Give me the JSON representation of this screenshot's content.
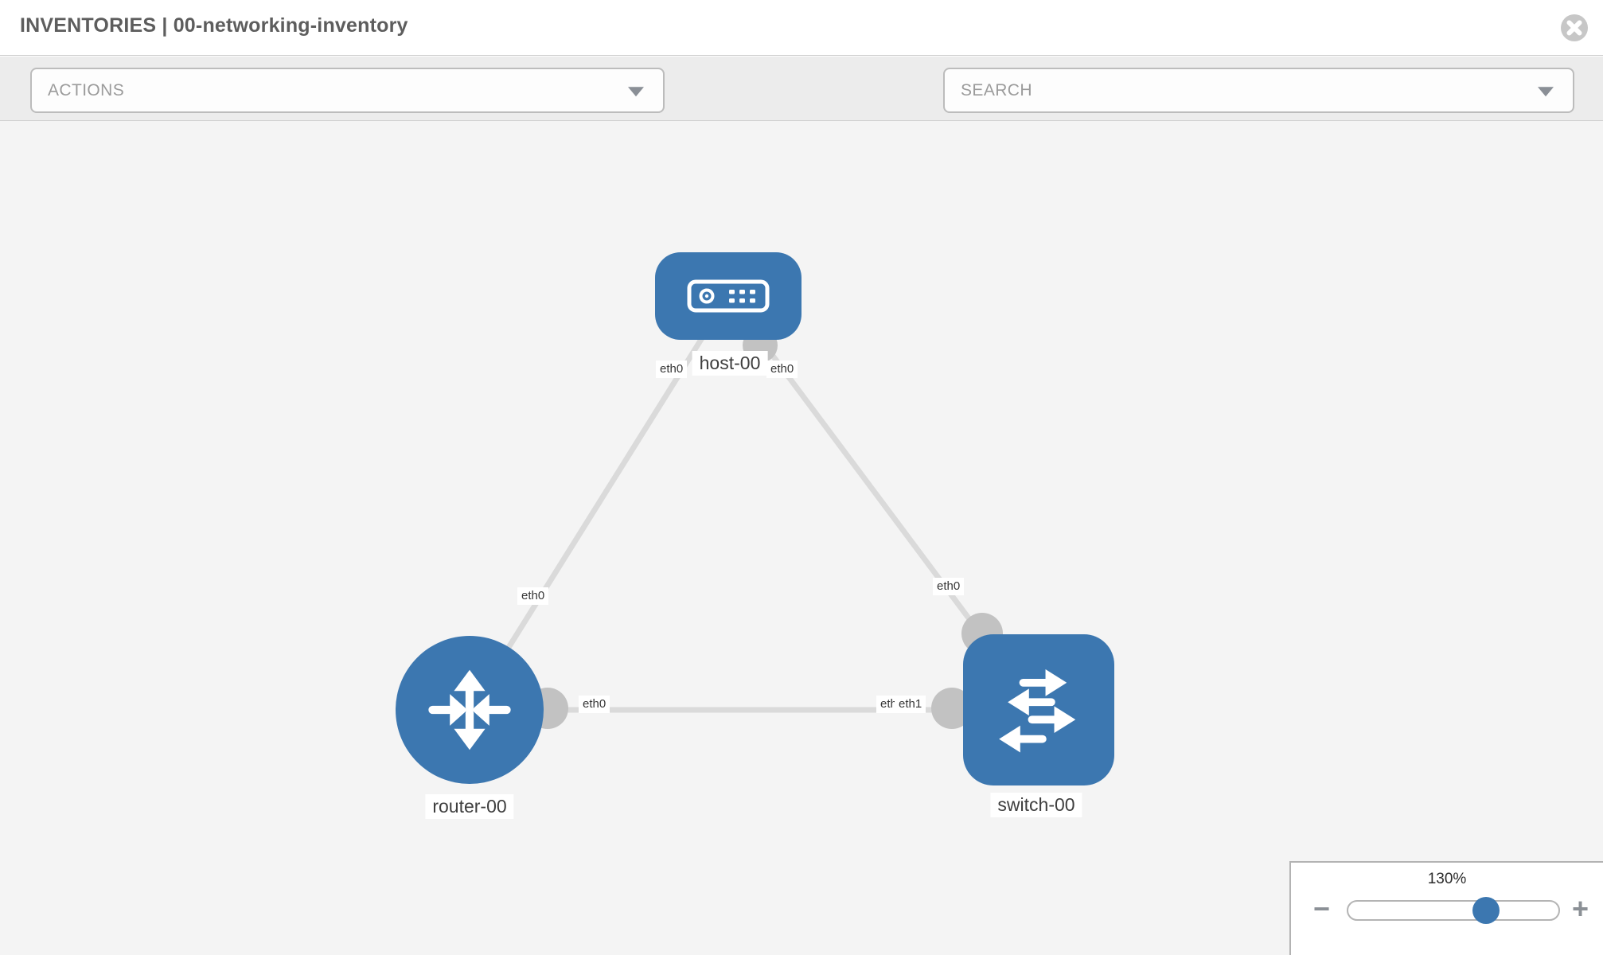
{
  "window": {
    "title": "INVENTORIES | 00-networking-inventory"
  },
  "toolbar": {
    "actions_dropdown": "ACTIONS",
    "search_dropdown": "SEARCH",
    "icons": [
      "wrench-icon",
      "key-icon"
    ]
  },
  "header_icons": [
    "close-circle-icon"
  ],
  "topology": {
    "nodes": [
      {
        "label": "host-00",
        "type": "host",
        "icon": "host-device-icon"
      },
      {
        "label": "router-00",
        "type": "router",
        "icon": "router-arrows-icon"
      },
      {
        "label": "switch-00",
        "type": "switch",
        "icon": "switch-arrows-icon"
      }
    ],
    "links": [
      {
        "source": "host-00",
        "target": "router-00",
        "source_port": "eth0",
        "target_port": "eth0"
      },
      {
        "source": "host-00",
        "target": "switch-00",
        "source_port": "eth0",
        "target_port": "eth0"
      },
      {
        "source": "router-00",
        "target": "switch-00",
        "source_port": "eth0",
        "target_port": "eth1"
      }
    ]
  },
  "zoom_control": {
    "value": "130%",
    "zoom_out": "−",
    "zoom_in": "+"
  },
  "colors": {
    "node_blue": "#3c77b0",
    "canvas_bg": "#f4f4f4",
    "link_gray": "#dadada",
    "connector_gray": "#c2c2c2"
  }
}
